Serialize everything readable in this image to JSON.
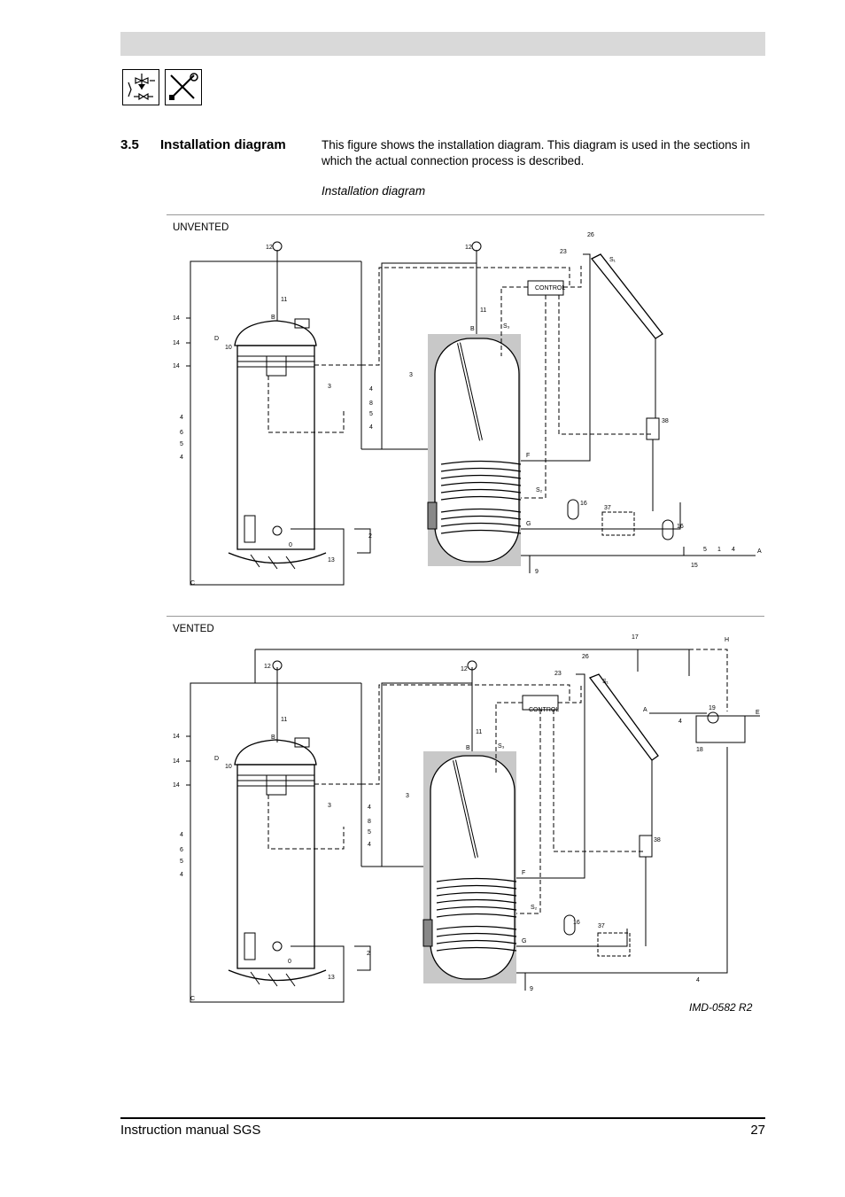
{
  "section": {
    "number": "3.5",
    "title": "Installation diagram",
    "body": "This figure shows the installation diagram. This diagram is used in the sections in which the actual connection process is described.",
    "caption": "Installation diagram"
  },
  "icons": [
    "valve-safety-icon",
    "tools-icon"
  ],
  "diagram_unvented": {
    "label": "UNVENTED",
    "control": "CONTROL",
    "letters": {
      "a": "A",
      "b1": "B",
      "b2": "B",
      "c": "C",
      "d": "D",
      "f": "F",
      "g": "G",
      "s1": "S₁",
      "s2": "S₂",
      "s3": "S₃"
    },
    "numbers": [
      "12",
      "11",
      "10",
      "14",
      "14",
      "14",
      "4",
      "6",
      "5",
      "4",
      "3",
      "4",
      "8",
      "5",
      "4",
      "2",
      "13",
      "0",
      "12",
      "11",
      "3",
      "23",
      "26",
      "16",
      "37",
      "38",
      "16",
      "5",
      "1",
      "4",
      "15",
      "9"
    ]
  },
  "diagram_vented": {
    "label": "VENTED",
    "control": "CONTROL",
    "letters": {
      "a": "A",
      "b1": "B",
      "b2": "B",
      "c": "C",
      "d": "D",
      "e": "E",
      "f": "F",
      "g": "G",
      "h": "H",
      "s1": "S₁",
      "s2": "S₂",
      "s3": "S₃"
    },
    "numbers": [
      "12",
      "11",
      "10",
      "14",
      "14",
      "14",
      "4",
      "6",
      "5",
      "4",
      "3",
      "4",
      "8",
      "5",
      "4",
      "2",
      "13",
      "0",
      "12",
      "11",
      "3",
      "23",
      "26",
      "17",
      "19",
      "18",
      "4",
      "16",
      "37",
      "38",
      "4",
      "9"
    ]
  },
  "figure_code": "IMD-0582 R2",
  "footer": {
    "title": "Instruction manual SGS",
    "page": "27"
  }
}
